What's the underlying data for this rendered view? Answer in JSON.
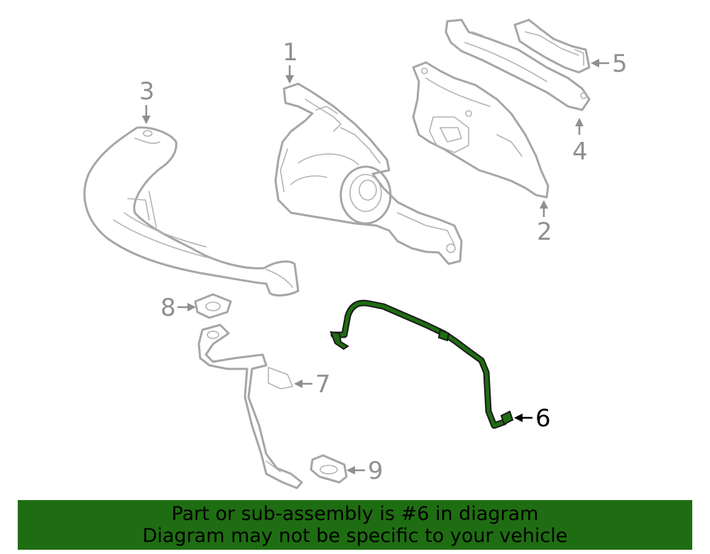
{
  "diagram": {
    "callouts": [
      "1",
      "2",
      "3",
      "4",
      "5",
      "6",
      "7",
      "8",
      "9"
    ],
    "highlighted_part": "6",
    "highlight_color": "#1f6d12",
    "part_line_color": "#a6a6a6"
  },
  "banner": {
    "line1": "Part or sub-assembly is #6 in diagram",
    "line2": "Diagram may not be specific to your vehicle",
    "background": "#1f6d12"
  }
}
